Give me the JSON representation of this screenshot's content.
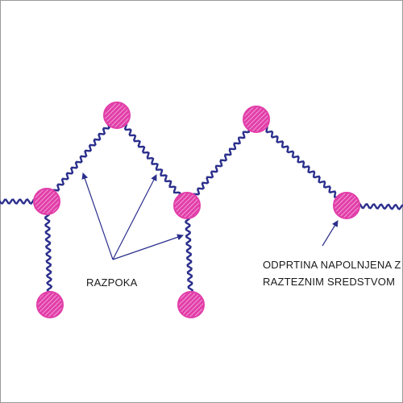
{
  "labels": {
    "crack": "RAZPOKA",
    "opening_line1": "ODPRTINA NAPOLNJENA Z",
    "opening_line2": "RAZTEZNIM SREDSTVOM"
  },
  "colors": {
    "chain": "#2b2f8c",
    "node_fill": "#e23ea9",
    "node_hatch": "#f6b3dc",
    "arrow": "#2b2f8c"
  }
}
